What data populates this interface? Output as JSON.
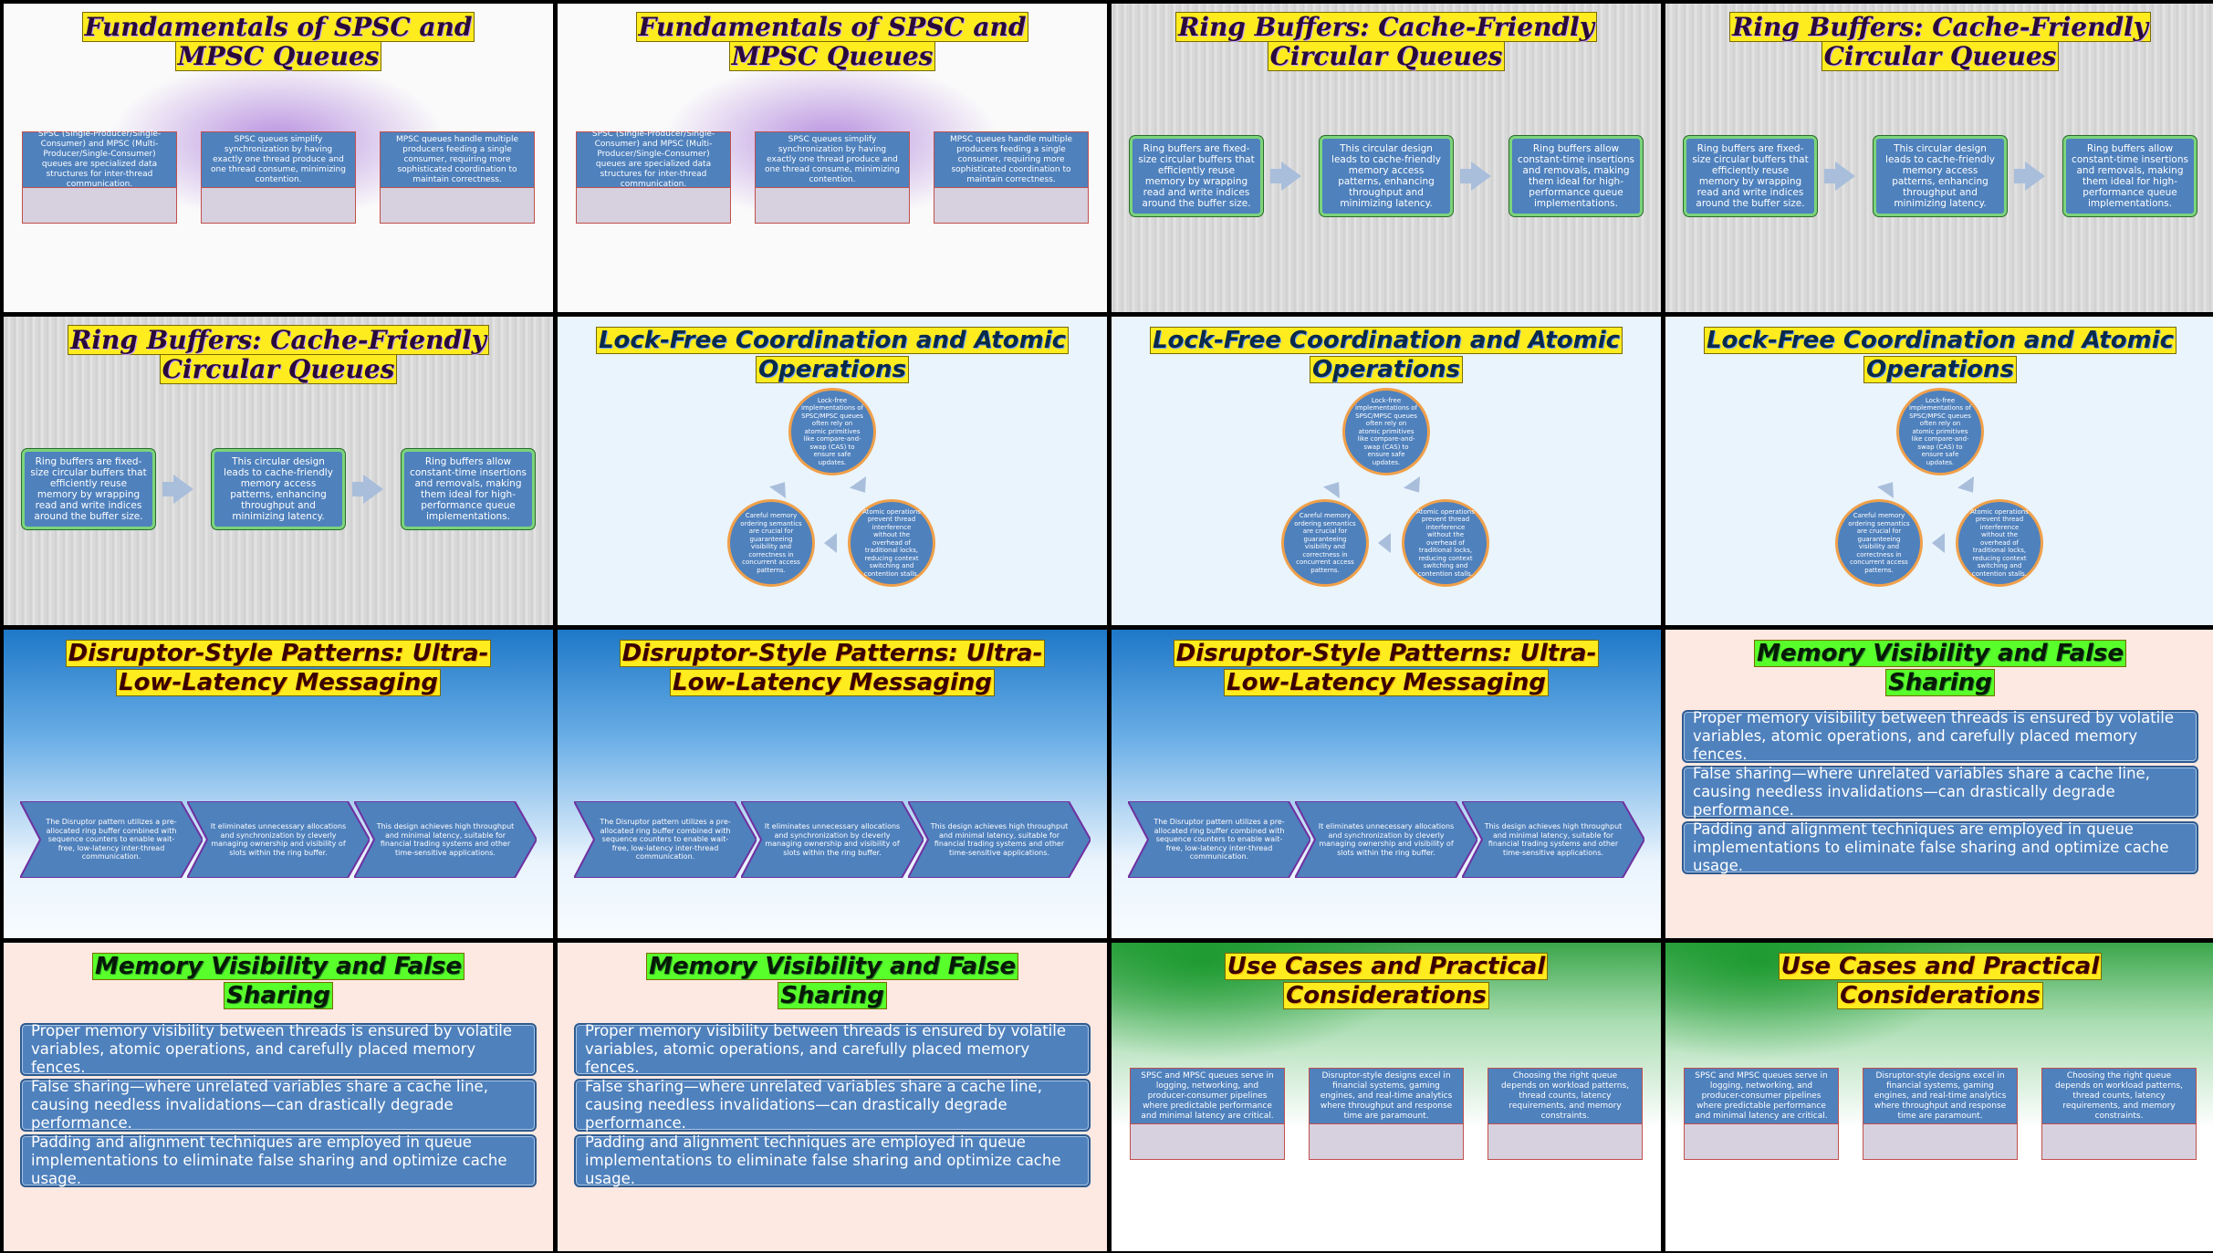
{
  "slides": {
    "s1": {
      "title": "Fundamentals of SPSC and MPSC Queues",
      "cards": [
        "SPSC (Single-Producer/Single-Consumer) and MPSC (Multi-Producer/Single-Consumer) queues are specialized data structures for inter-thread communication.",
        "SPSC queues simplify synchronization by having exactly one thread produce and one thread consume, minimizing contention.",
        "MPSC queues handle multiple producers feeding a single consumer, requiring more sophisticated coordination to maintain correctness."
      ]
    },
    "s2": {
      "title": "Ring Buffers: Cache-Friendly Circular Queues",
      "boxes": [
        "Ring buffers are fixed-size circular buffers that efficiently reuse memory by wrapping read and write indices around the buffer size.",
        "This circular design leads to cache-friendly memory access patterns, enhancing throughput and minimizing latency.",
        "Ring buffers allow constant-time insertions and removals, making them ideal for high-performance queue implementations."
      ]
    },
    "s3": {
      "title": "Lock-Free Coordination and Atomic Operations",
      "circles": [
        "Lock-free implementations of SPSC/MPSC queues often rely on atomic primitives like compare-and-swap (CAS) to ensure safe updates.",
        "Atomic operations prevent thread interference without the overhead of traditional locks, reducing context switching and contention stalls.",
        "Careful memory ordering semantics are crucial for guaranteeing visibility and correctness in concurrent access patterns."
      ]
    },
    "s4": {
      "title": "Disruptor-Style Patterns: Ultra-Low-Latency Messaging",
      "chevrons": [
        "The Disruptor pattern utilizes a pre-allocated ring buffer combined with sequence counters to enable wait-free, low-latency inter-thread communication.",
        "It eliminates unnecessary allocations and synchronization by cleverly managing ownership and visibility of slots within the ring buffer.",
        "This design achieves high throughput and minimal latency, suitable for financial trading systems and other time-sensitive applications."
      ]
    },
    "s5": {
      "title": "Memory Visibility and False Sharing",
      "items": [
        "Proper memory visibility between threads is ensured by volatile variables, atomic operations, and carefully placed memory fences.",
        "False sharing—where unrelated variables share a cache line, causing needless invalidations—can drastically degrade performance.",
        "Padding and alignment techniques are employed in queue implementations to eliminate false sharing and optimize cache usage."
      ]
    },
    "s6": {
      "title": "Use Cases and Practical Considerations",
      "cards": [
        "SPSC and MPSC queues serve in logging, networking, and producer-consumer pipelines where predictable performance and minimal latency are critical.",
        "Disruptor-style designs excel in financial systems, gaming engines, and real-time analytics where throughput and response time are paramount.",
        "Choosing the right queue depends on workload patterns, thread counts, latency requirements, and memory constraints."
      ]
    }
  },
  "colors": {
    "box_fill": "#4f81bd",
    "title_highlight": "#ffec1f",
    "title_green": "#58ff2a"
  }
}
